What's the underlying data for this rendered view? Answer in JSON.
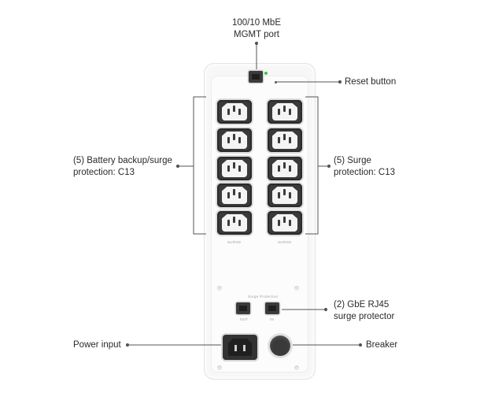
{
  "labels": {
    "mgmt_line1": "100/10 MbE",
    "mgmt_line2": "MGMT port",
    "reset": "Reset button",
    "battery_line1": "(5) Battery backup/surge",
    "battery_line2": "protection: C13",
    "surge_line1": "(5) Surge",
    "surge_line2": "protection: C13",
    "gbe_line1": "(2) GbE RJ45",
    "gbe_line2": "surge protector",
    "power_input": "Power input",
    "breaker": "Breaker"
  },
  "device": {
    "left_group_label": "SURGE",
    "right_group_label": "SURGE",
    "surge_ports_label": "Surge Protection",
    "out_label": "OUT",
    "in_label": "IN"
  },
  "colors": {
    "led": "#2ecc40",
    "outlet": "#3a3a3a",
    "leader_line": "#555555"
  }
}
